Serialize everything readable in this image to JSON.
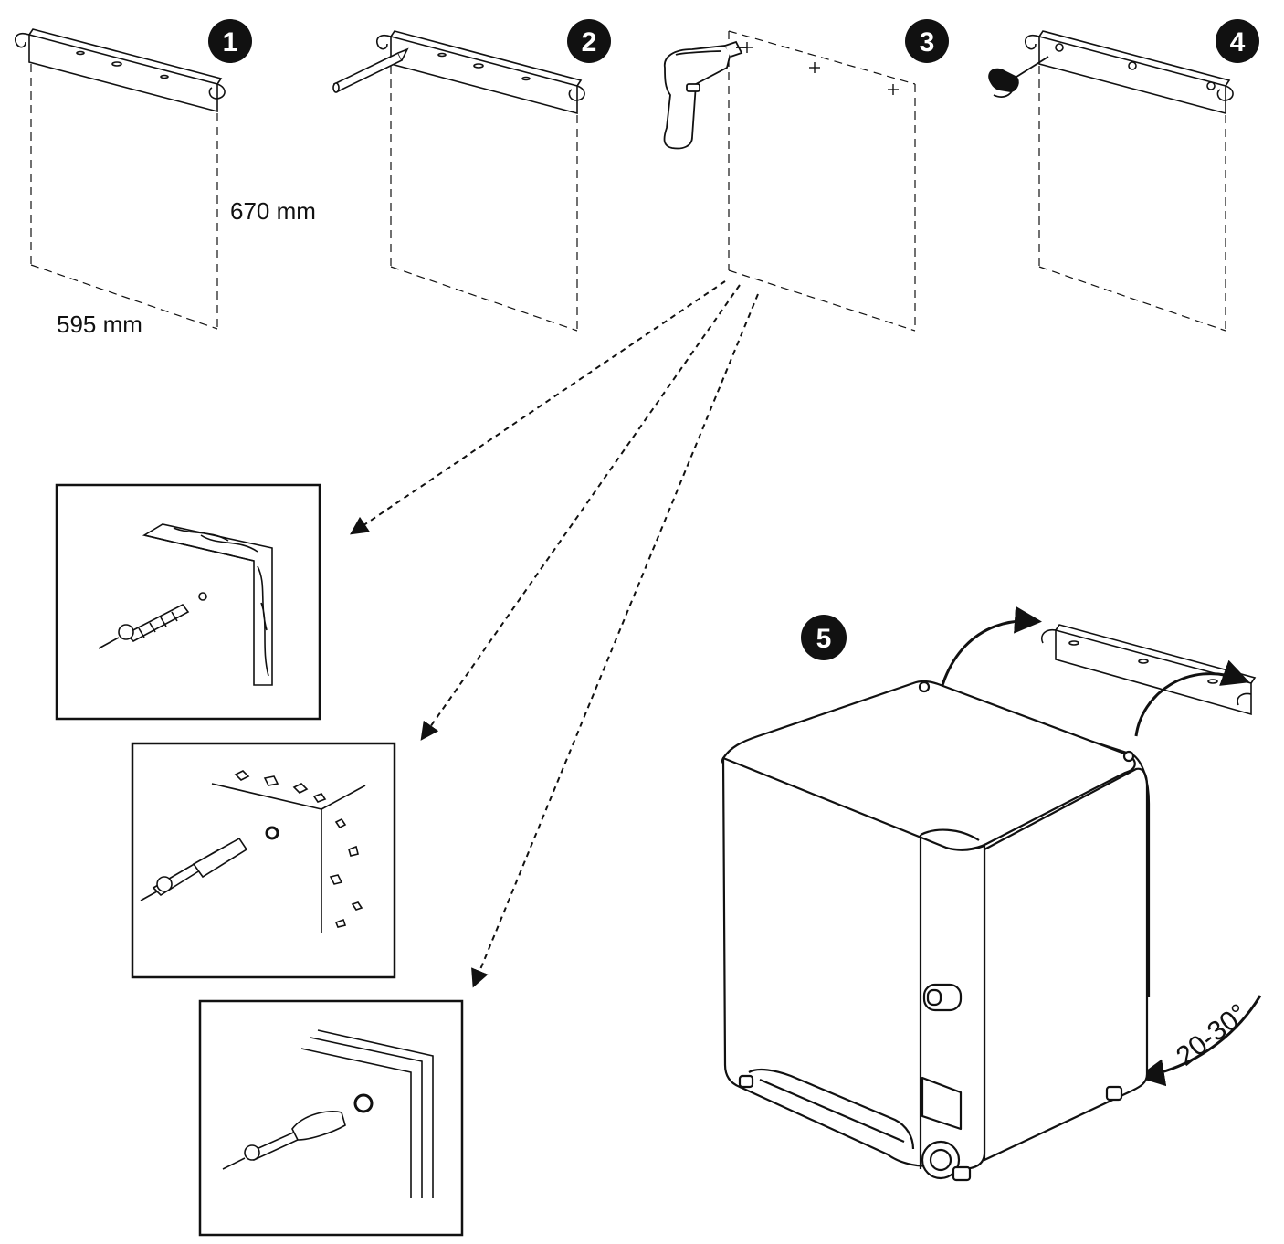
{
  "diagram": {
    "steps": [
      {
        "number": "1",
        "dimensions": {
          "height": "670 mm",
          "width": "595 mm"
        }
      },
      {
        "number": "2"
      },
      {
        "number": "3"
      },
      {
        "number": "4"
      },
      {
        "number": "5",
        "angle": "20-30°"
      }
    ],
    "wall_types": [
      "wood",
      "stone",
      "plasterboard"
    ],
    "icons": {
      "pencil": "pencil-icon",
      "drill": "drill-icon",
      "screwdriver": "screwdriver-icon",
      "dryer": "dryer-appliance",
      "arrow": "curved-arrow-icon"
    },
    "colors": {
      "ink": "#111111",
      "paper": "#ffffff"
    }
  }
}
